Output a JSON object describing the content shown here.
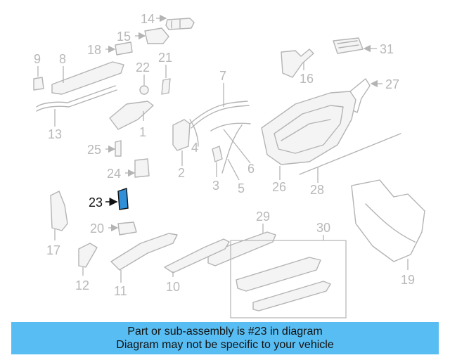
{
  "diagram": {
    "highlight_color": "#2f8fd8",
    "part_color": "#b4b4b4",
    "labels": [
      "14",
      "15",
      "18",
      "9",
      "8",
      "22",
      "21",
      "16",
      "31",
      "7",
      "27",
      "13",
      "1",
      "25",
      "24",
      "4",
      "6",
      "26",
      "2",
      "3",
      "5",
      "28",
      "23",
      "17",
      "20",
      "29",
      "30",
      "19",
      "12",
      "11",
      "10"
    ],
    "highlighted": "23"
  },
  "banner": {
    "color": "#58bdf2",
    "line1": "Part or sub-assembly is #23 in diagram",
    "line2": "Diagram may not be specific to your vehicle"
  }
}
